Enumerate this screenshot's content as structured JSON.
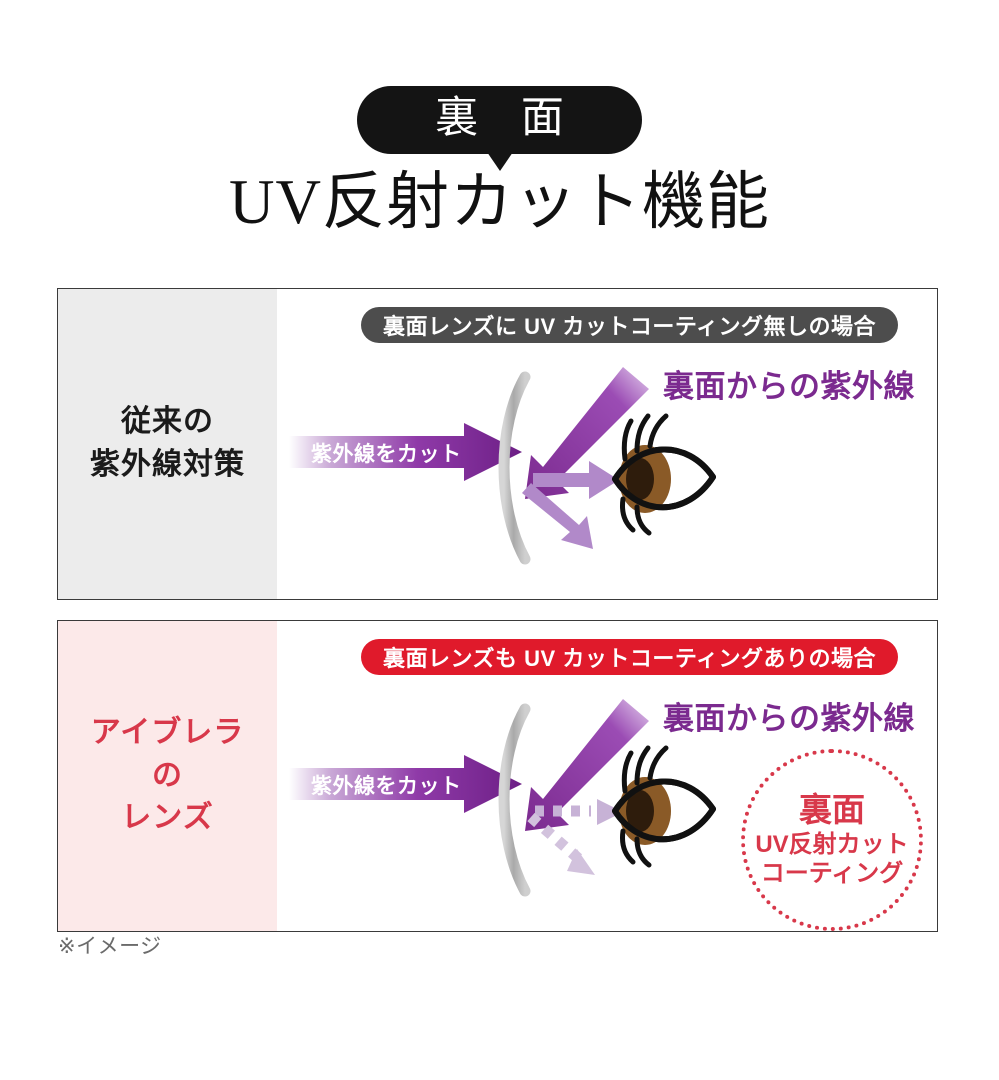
{
  "header": {
    "badge_text": "裏 面",
    "title": "UV反射カット機能"
  },
  "panels": [
    {
      "id": "conventional",
      "side_label_lines": [
        "従来の",
        "紫外線対策"
      ],
      "ribbon": "裏面レンズに UV カットコーティング無しの場合",
      "ribbon_color": "#4d4d4d",
      "uv_label": "裏面からの紫外線",
      "uv_label_color": "#7b2a8f",
      "cut_arrow_label": "紫外線をカット",
      "side_bg_color": "#ececec",
      "side_text_color": "#1b1b1b",
      "reflection_blocked": false
    },
    {
      "id": "eyebrella",
      "side_label_lines": [
        "アイブレラ",
        "の",
        "レンズ"
      ],
      "ribbon": "裏面レンズも UV カットコーティングありの場合",
      "ribbon_color": "#e01a2b",
      "uv_label": "裏面からの紫外線",
      "uv_label_color": "#7b2a8f",
      "cut_arrow_label": "紫外線をカット",
      "side_bg_color": "#fce9e9",
      "side_text_color": "#d8384a",
      "reflection_blocked": true,
      "coating_badge": {
        "line1": "裏面",
        "line2": "UV反射カット",
        "line3": "コーティング",
        "color": "#d8384a"
      }
    }
  ],
  "footnote": "※イメージ",
  "colors": {
    "badge_bg": "#141414",
    "purple_dark": "#7b2a8f",
    "purple_light": "#b189c9",
    "lens_gray": "#b7b7b7",
    "iris_brown": "#8a5a27",
    "red": "#d8384a"
  }
}
